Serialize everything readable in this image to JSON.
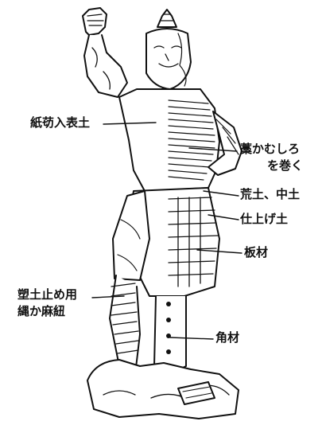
{
  "labels": {
    "paper_clay": "紙苆入表土",
    "straw_mat_1": "藁かむしろ",
    "straw_mat_2": "を巻く",
    "rough_clay": "荒土、中土",
    "finish_clay": "仕上げ土",
    "board": "板材",
    "clay_stop_1": "塑土止め用",
    "clay_stop_2": "縄か麻紐",
    "square_timber": "角材"
  },
  "colors": {
    "ink": "#111111",
    "paper": "#ffffff"
  }
}
